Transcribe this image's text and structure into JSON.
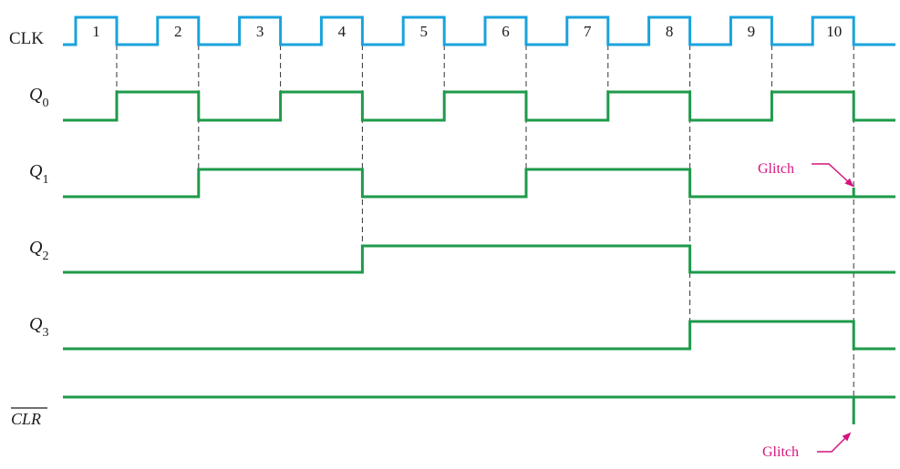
{
  "signals": {
    "clk": {
      "label": "CLK",
      "color": "#1aa3dc"
    },
    "q0": {
      "label": "Q",
      "sub": "0",
      "color": "#1e9a4a"
    },
    "q1": {
      "label": "Q",
      "sub": "1",
      "color": "#1e9a4a"
    },
    "q2": {
      "label": "Q",
      "sub": "2",
      "color": "#1e9a4a"
    },
    "q3": {
      "label": "Q",
      "sub": "3",
      "color": "#1e9a4a"
    },
    "clr": {
      "label": "CLR",
      "overbar": true,
      "color": "#1e9a4a"
    }
  },
  "pulse_numbers": [
    "1",
    "2",
    "3",
    "4",
    "5",
    "6",
    "7",
    "8",
    "9",
    "10"
  ],
  "annotations": {
    "glitch_q1": "Glitch",
    "glitch_clr": "Glitch",
    "color": "#d4157e"
  },
  "dashed_color": "#333333"
}
